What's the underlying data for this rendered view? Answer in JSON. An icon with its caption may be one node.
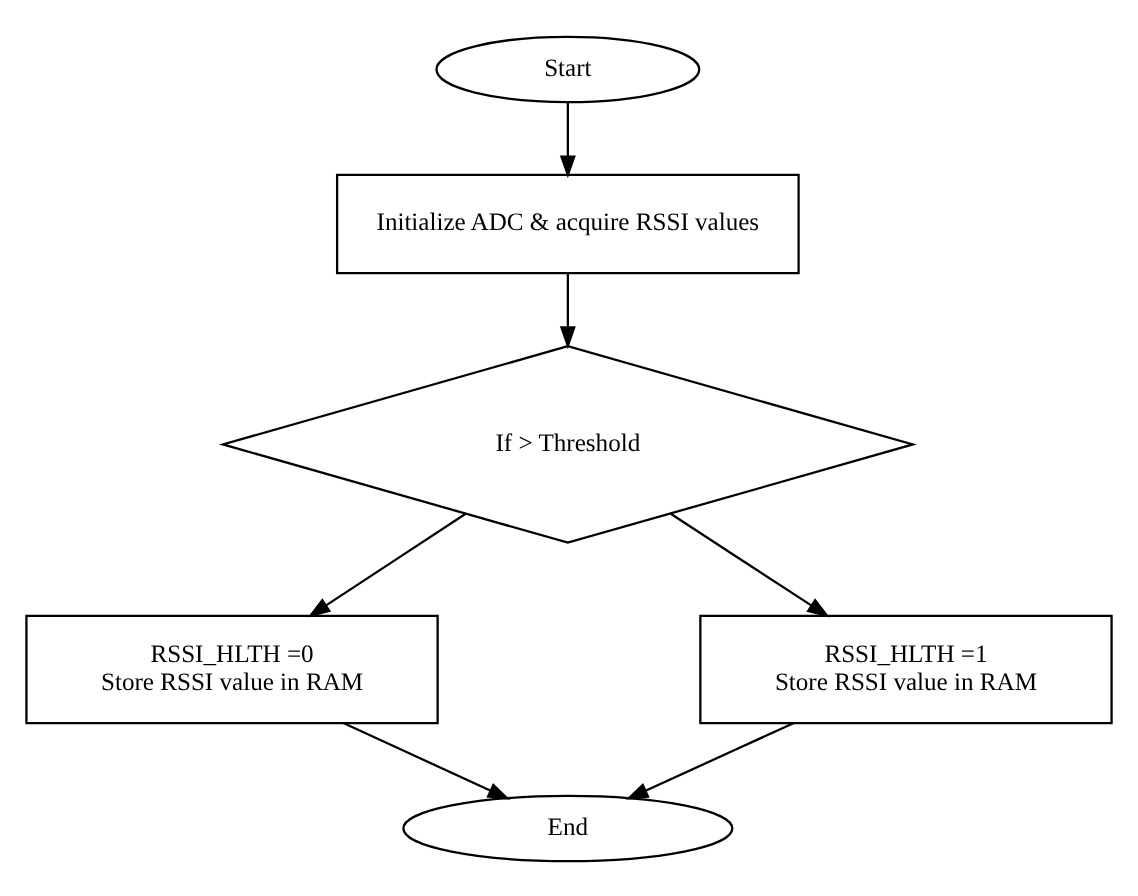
{
  "diagram": {
    "nodes": [
      {
        "text": [
          "Start"
        ]
      },
      {
        "text": [
          "Initialize ADC & acquire RSSI values"
        ]
      },
      {
        "text": [
          "If > Threshold"
        ]
      },
      {
        "text": [
          "RSSI_HLTH =0",
          "Store RSSI value in RAM"
        ]
      },
      {
        "text": [
          "RSSI_HLTH =1",
          "Store RSSI value in RAM"
        ]
      },
      {
        "text": [
          "End"
        ]
      }
    ],
    "edges": [
      {
        "from": 0,
        "to": 1,
        "arrow": "to"
      },
      {
        "from": 1,
        "to": 2,
        "arrow": "to"
      },
      {
        "from": 2,
        "to": 3,
        "arrow": "to"
      },
      {
        "from": 2,
        "to": 4,
        "arrow": "to"
      },
      {
        "from": 3,
        "to": 5,
        "arrow": "to"
      },
      {
        "from": 4,
        "to": 5,
        "arrow": "to"
      }
    ]
  }
}
